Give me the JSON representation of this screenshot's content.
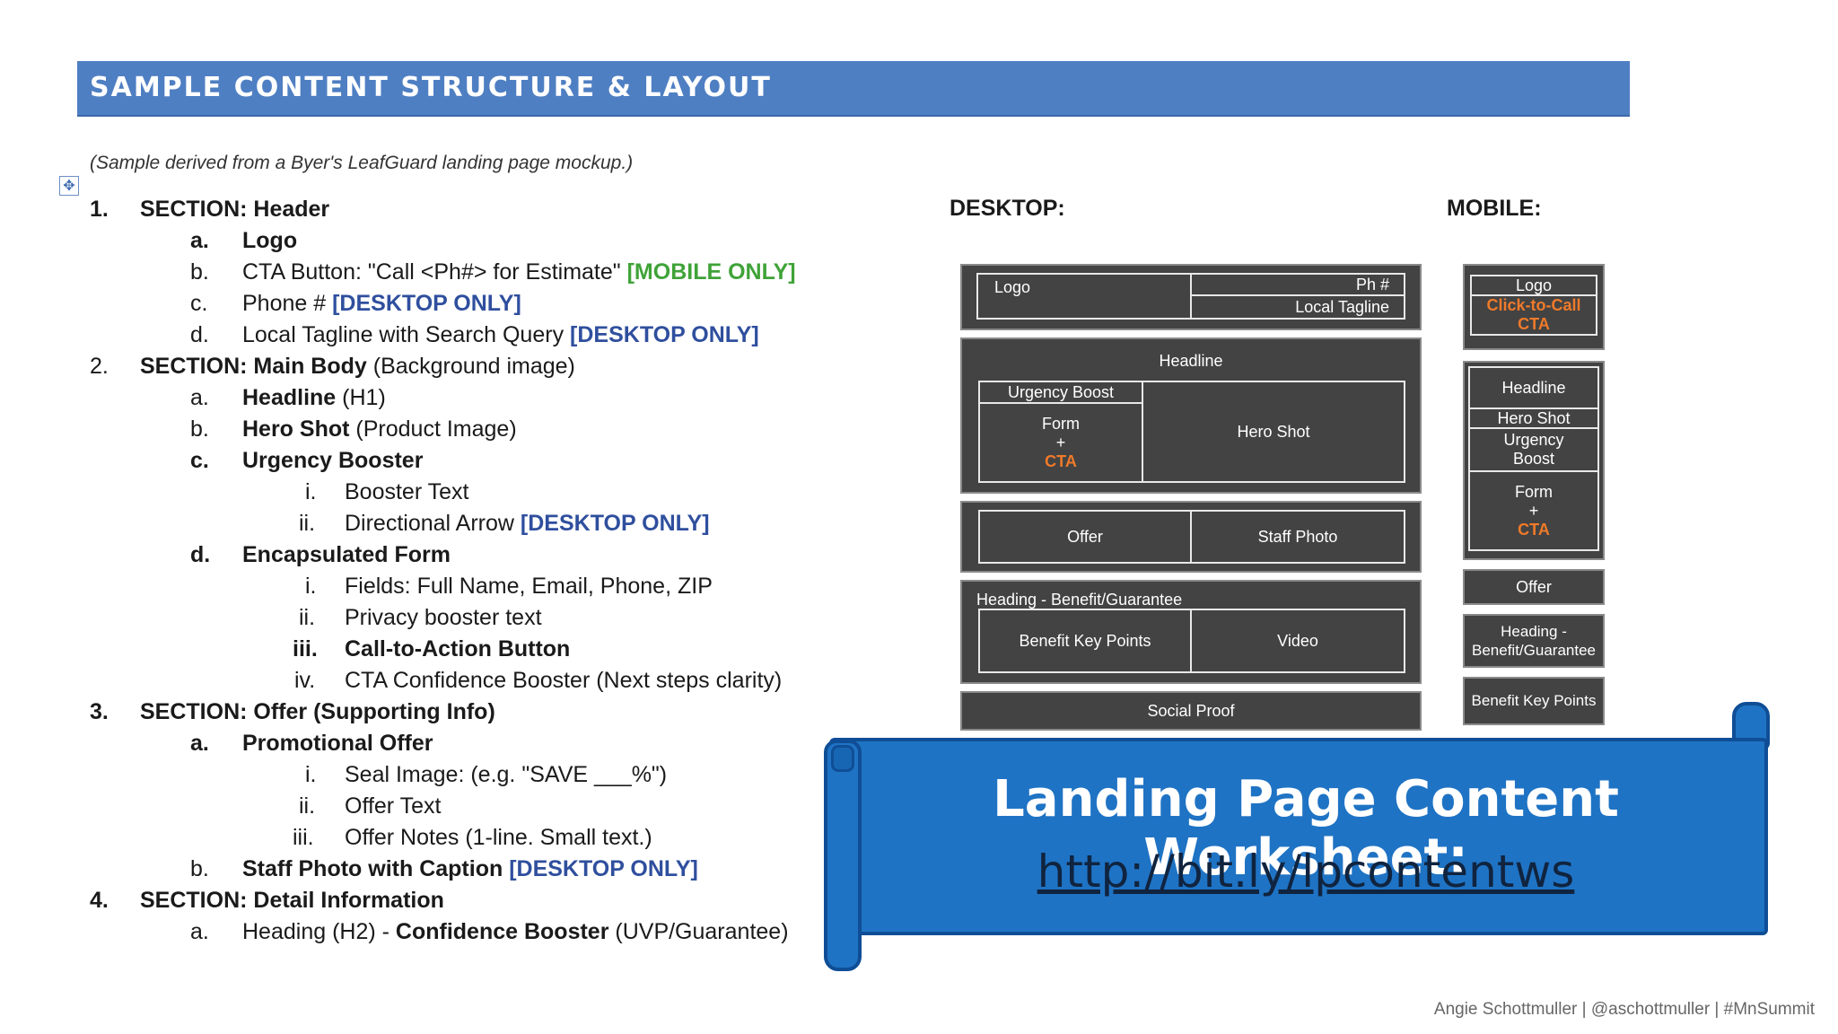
{
  "banner": {
    "title": "SAMPLE CONTENT STRUCTURE & LAYOUT"
  },
  "subtitle": "(Sample derived from a Byer's LeafGuard landing page mockup.)",
  "handle_icon": "✥",
  "outline": {
    "s1": {
      "num": "1.",
      "label": "SECTION: Header",
      "a": {
        "m": "a.",
        "t": "Logo"
      },
      "b": {
        "m": "b.",
        "t": "CTA Button: \"Call <Ph#> for Estimate\"",
        "tag": "[MOBILE ONLY]"
      },
      "c": {
        "m": "c.",
        "t": "Phone #",
        "tag": "[DESKTOP ONLY]"
      },
      "d": {
        "m": "d.",
        "t": "Local Tagline with Search Query",
        "tag": "[DESKTOP ONLY]"
      }
    },
    "s2": {
      "num": "2.",
      "label": "SECTION: Main Body",
      "note": "(Background image)",
      "a": {
        "m": "a.",
        "t": "Headline",
        "note": "(H1)"
      },
      "b": {
        "m": "b.",
        "t": "Hero Shot",
        "note": "(Product Image)"
      },
      "c": {
        "m": "c.",
        "t": "Urgency Booster",
        "i": {
          "m": "i.",
          "t": "Booster Text"
        },
        "ii": {
          "m": "ii.",
          "t": "Directional Arrow",
          "tag": "[DESKTOP ONLY]"
        }
      },
      "d": {
        "m": "d.",
        "t": "Encapsulated Form",
        "i": {
          "m": "i.",
          "t": "Fields: Full Name, Email, Phone, ZIP"
        },
        "ii": {
          "m": "ii.",
          "t": "Privacy booster text"
        },
        "iii": {
          "m": "iii.",
          "t": "Call-to-Action Button"
        },
        "iv": {
          "m": "iv.",
          "t": "CTA Confidence Booster (Next steps clarity)"
        }
      }
    },
    "s3": {
      "num": "3.",
      "label": "SECTION: Offer  (Supporting Info)",
      "a": {
        "m": "a.",
        "t": "Promotional Offer",
        "i": {
          "m": "i.",
          "t": "Seal Image: (e.g. \"SAVE ___%\")"
        },
        "ii": {
          "m": "ii.",
          "t": "Offer Text"
        },
        "iii": {
          "m": "iii.",
          "t": "Offer Notes (1-line. Small text.)"
        }
      },
      "b": {
        "m": "b.",
        "t": "Staff Photo with Caption",
        "tag": "[DESKTOP ONLY]"
      }
    },
    "s4": {
      "num": "4.",
      "label": "SECTION: Detail Information",
      "a": {
        "m": "a.",
        "t1": "Heading (H2) - ",
        "t2": "Confidence Booster",
        "t3": " (UVP/Guarantee)"
      }
    }
  },
  "desktop": {
    "heading": "DESKTOP:",
    "logo": "Logo",
    "ph": "Ph #",
    "tagline": "Local Tagline",
    "headline": "Headline",
    "urgency": "Urgency Boost",
    "form": "Form",
    "plus": "+",
    "cta": "CTA",
    "hero": "Hero Shot",
    "offer": "Offer",
    "staff": "Staff Photo",
    "benefit_heading": "Heading - Benefit/Guarantee",
    "benefit_points": "Benefit Key Points",
    "video": "Video",
    "social": "Social Proof"
  },
  "mobile": {
    "heading": "MOBILE:",
    "logo": "Logo",
    "click": "Click-to-Call",
    "cta": "CTA",
    "headline": "Headline",
    "hero": "Hero Shot",
    "urgency1": "Urgency",
    "urgency2": "Boost",
    "form": "Form",
    "plus": "+",
    "cta2": "CTA",
    "offer": "Offer",
    "heading1": "Heading -",
    "heading2": "Benefit/Guarantee",
    "benefit": "Benefit Key Points"
  },
  "callout": {
    "title": "Landing Page Content Worksheet:",
    "link": "http://bit.ly/lpcontentws"
  },
  "footer": "Angie Schottmuller  |  @aschottmuller  |  #MnSummit",
  "colors": {
    "banner": "#4f7fc3",
    "scroll": "#1f73c4",
    "green_tag": "#3fa338",
    "blue_tag": "#2f4f9e",
    "cta_orange": "#ef7a2a"
  }
}
